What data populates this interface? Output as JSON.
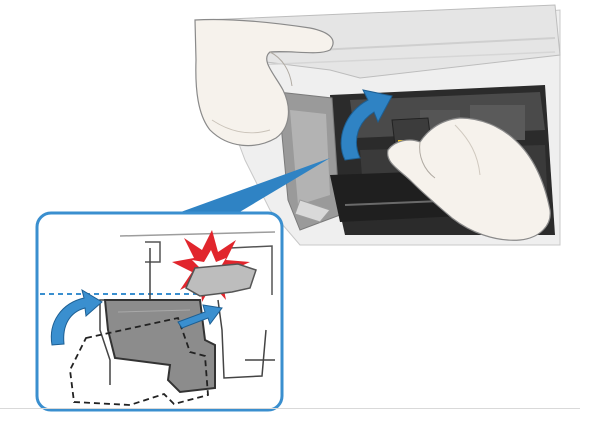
{
  "figure": {
    "kind": "printer-ink-cartridge-install-illustration",
    "main_scene": {
      "description_icons": [
        "printer-body",
        "left-hand",
        "right-hand",
        "cartridge-holder",
        "cartridge-lock-lever",
        "rotate-up-arrow",
        "head-cover"
      ]
    },
    "inset": {
      "icons": [
        "cartridge-outline",
        "lock-lever",
        "click-burst",
        "insert-arrow",
        "rotate-arrow",
        "previous-position-dashed-outline",
        "alignment-dashed-line"
      ]
    },
    "colors": {
      "accent_blue": "#3a8fcf",
      "callout_blue": "#2f83c4",
      "inset_border": "#3a8fcf",
      "burst_red": "#e1262d",
      "cartridge_gray": "#8c8c8c",
      "printer_light": "#e8e8e8",
      "skin": "#f4f1ec",
      "dark_gray": "#3b3b3b"
    }
  }
}
